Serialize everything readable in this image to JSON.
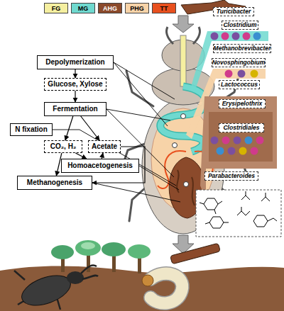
{
  "diagram": {
    "nodes": [
      {
        "text": [
          "Depolymerization"
        ]
      },
      {
        "text": [
          "Glucose, Xylose"
        ]
      },
      {
        "text": [
          "Fermentation"
        ]
      },
      {
        "text": [
          "N fixation"
        ]
      },
      {
        "text": [
          "CO₂, H₂"
        ]
      },
      {
        "text": [
          "Acetate"
        ]
      },
      {
        "text": [
          "Homoacetogenesis"
        ]
      },
      {
        "text": [
          "Methanogenesis"
        ]
      },
      {
        "text": [
          "Turicibacter"
        ]
      },
      {
        "text": [
          "Clostridium"
        ]
      },
      {
        "text": [
          "Methanobrevibacter"
        ]
      },
      {
        "text": [
          "Novosphingobium"
        ]
      },
      {
        "text": [
          "Lactococcus"
        ]
      },
      {
        "text": [
          "Erysipelothrix"
        ]
      },
      {
        "text": [
          "Clostridiales"
        ]
      },
      {
        "text": [
          "Parabacteroides"
        ]
      }
    ],
    "edges": [
      {
        "from": 0,
        "to": 1,
        "arrow": "to"
      },
      {
        "from": 1,
        "to": 2,
        "arrow": "to"
      },
      {
        "from": 2,
        "to": 4,
        "arrow": "to"
      },
      {
        "from": 2,
        "to": 5,
        "arrow": "to"
      },
      {
        "from": 4,
        "to": 6,
        "arrow": "to"
      },
      {
        "from": 6,
        "to": 5,
        "arrow": "to"
      },
      {
        "from": 4,
        "to": 7,
        "arrow": "to"
      },
      {
        "from": 5,
        "to": 7,
        "arrow": "to"
      }
    ],
    "legend": [
      {
        "text": "FG",
        "color": "#f5efa0"
      },
      {
        "text": "MG",
        "color": "#6fd9cf"
      },
      {
        "text": "AHG",
        "color": "#8b4a2b"
      },
      {
        "text": "PHG",
        "color": "#f7d3a8"
      },
      {
        "text": "TT",
        "color": "#e8501e"
      }
    ]
  }
}
